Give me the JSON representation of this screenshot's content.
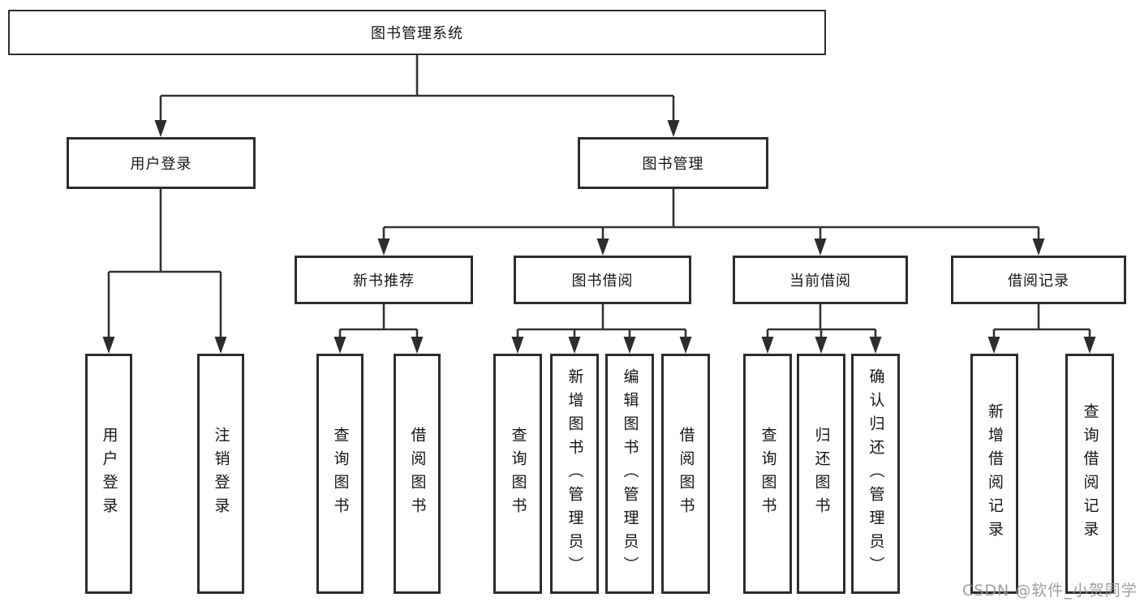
{
  "diagram": {
    "title": "图书管理系统",
    "branches": {
      "user": {
        "label": "用户登录",
        "children": [
          "用户登录",
          "注销登录"
        ]
      },
      "books": {
        "label": "图书管理",
        "sections": [
          {
            "label": "新书推荐",
            "children": [
              "查询图书",
              "借阅图书"
            ]
          },
          {
            "label": "图书借阅",
            "children": [
              "查询图书",
              "新增图书（管理员）",
              "编辑图书（管理员）",
              "借阅图书"
            ]
          },
          {
            "label": "当前借阅",
            "children": [
              "查询图书",
              "归还图书",
              "确认归还（管理员）"
            ]
          },
          {
            "label": "借阅记录",
            "children": [
              "新增借阅记录",
              "查询借阅记录"
            ]
          }
        ]
      }
    }
  },
  "watermark": {
    "text": "CSDN @软件_小贺同学"
  },
  "colors": {
    "line": "#333333",
    "border": "#2d2d2d",
    "text": "#161616",
    "watermark": "#949494",
    "background": "#ffffff"
  }
}
